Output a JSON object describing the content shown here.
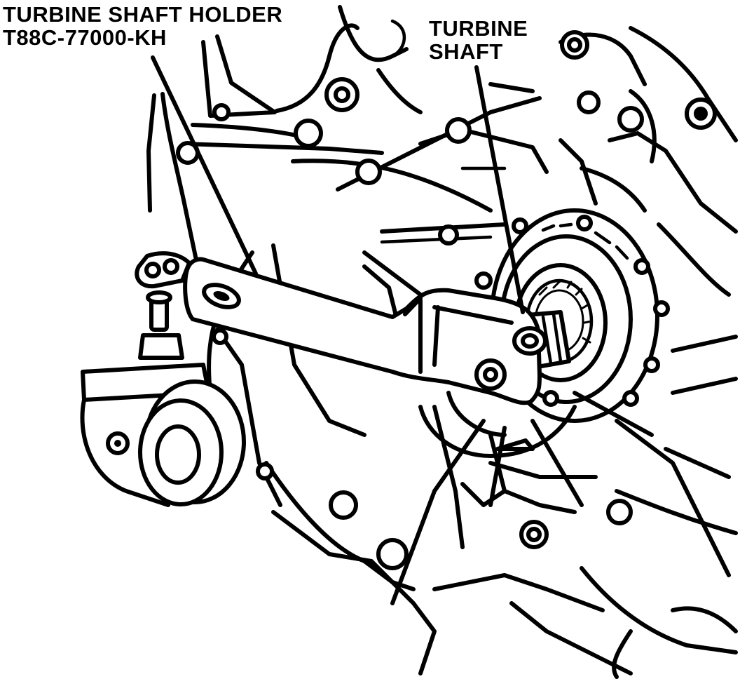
{
  "labels": {
    "holder_line1": "TURBINE SHAFT HOLDER",
    "holder_line2": "T88C-77000-KH",
    "shaft_line1": "TURBINE",
    "shaft_line2": "SHAFT"
  },
  "colors": {
    "ink": "#000000",
    "paper": "#ffffff"
  }
}
